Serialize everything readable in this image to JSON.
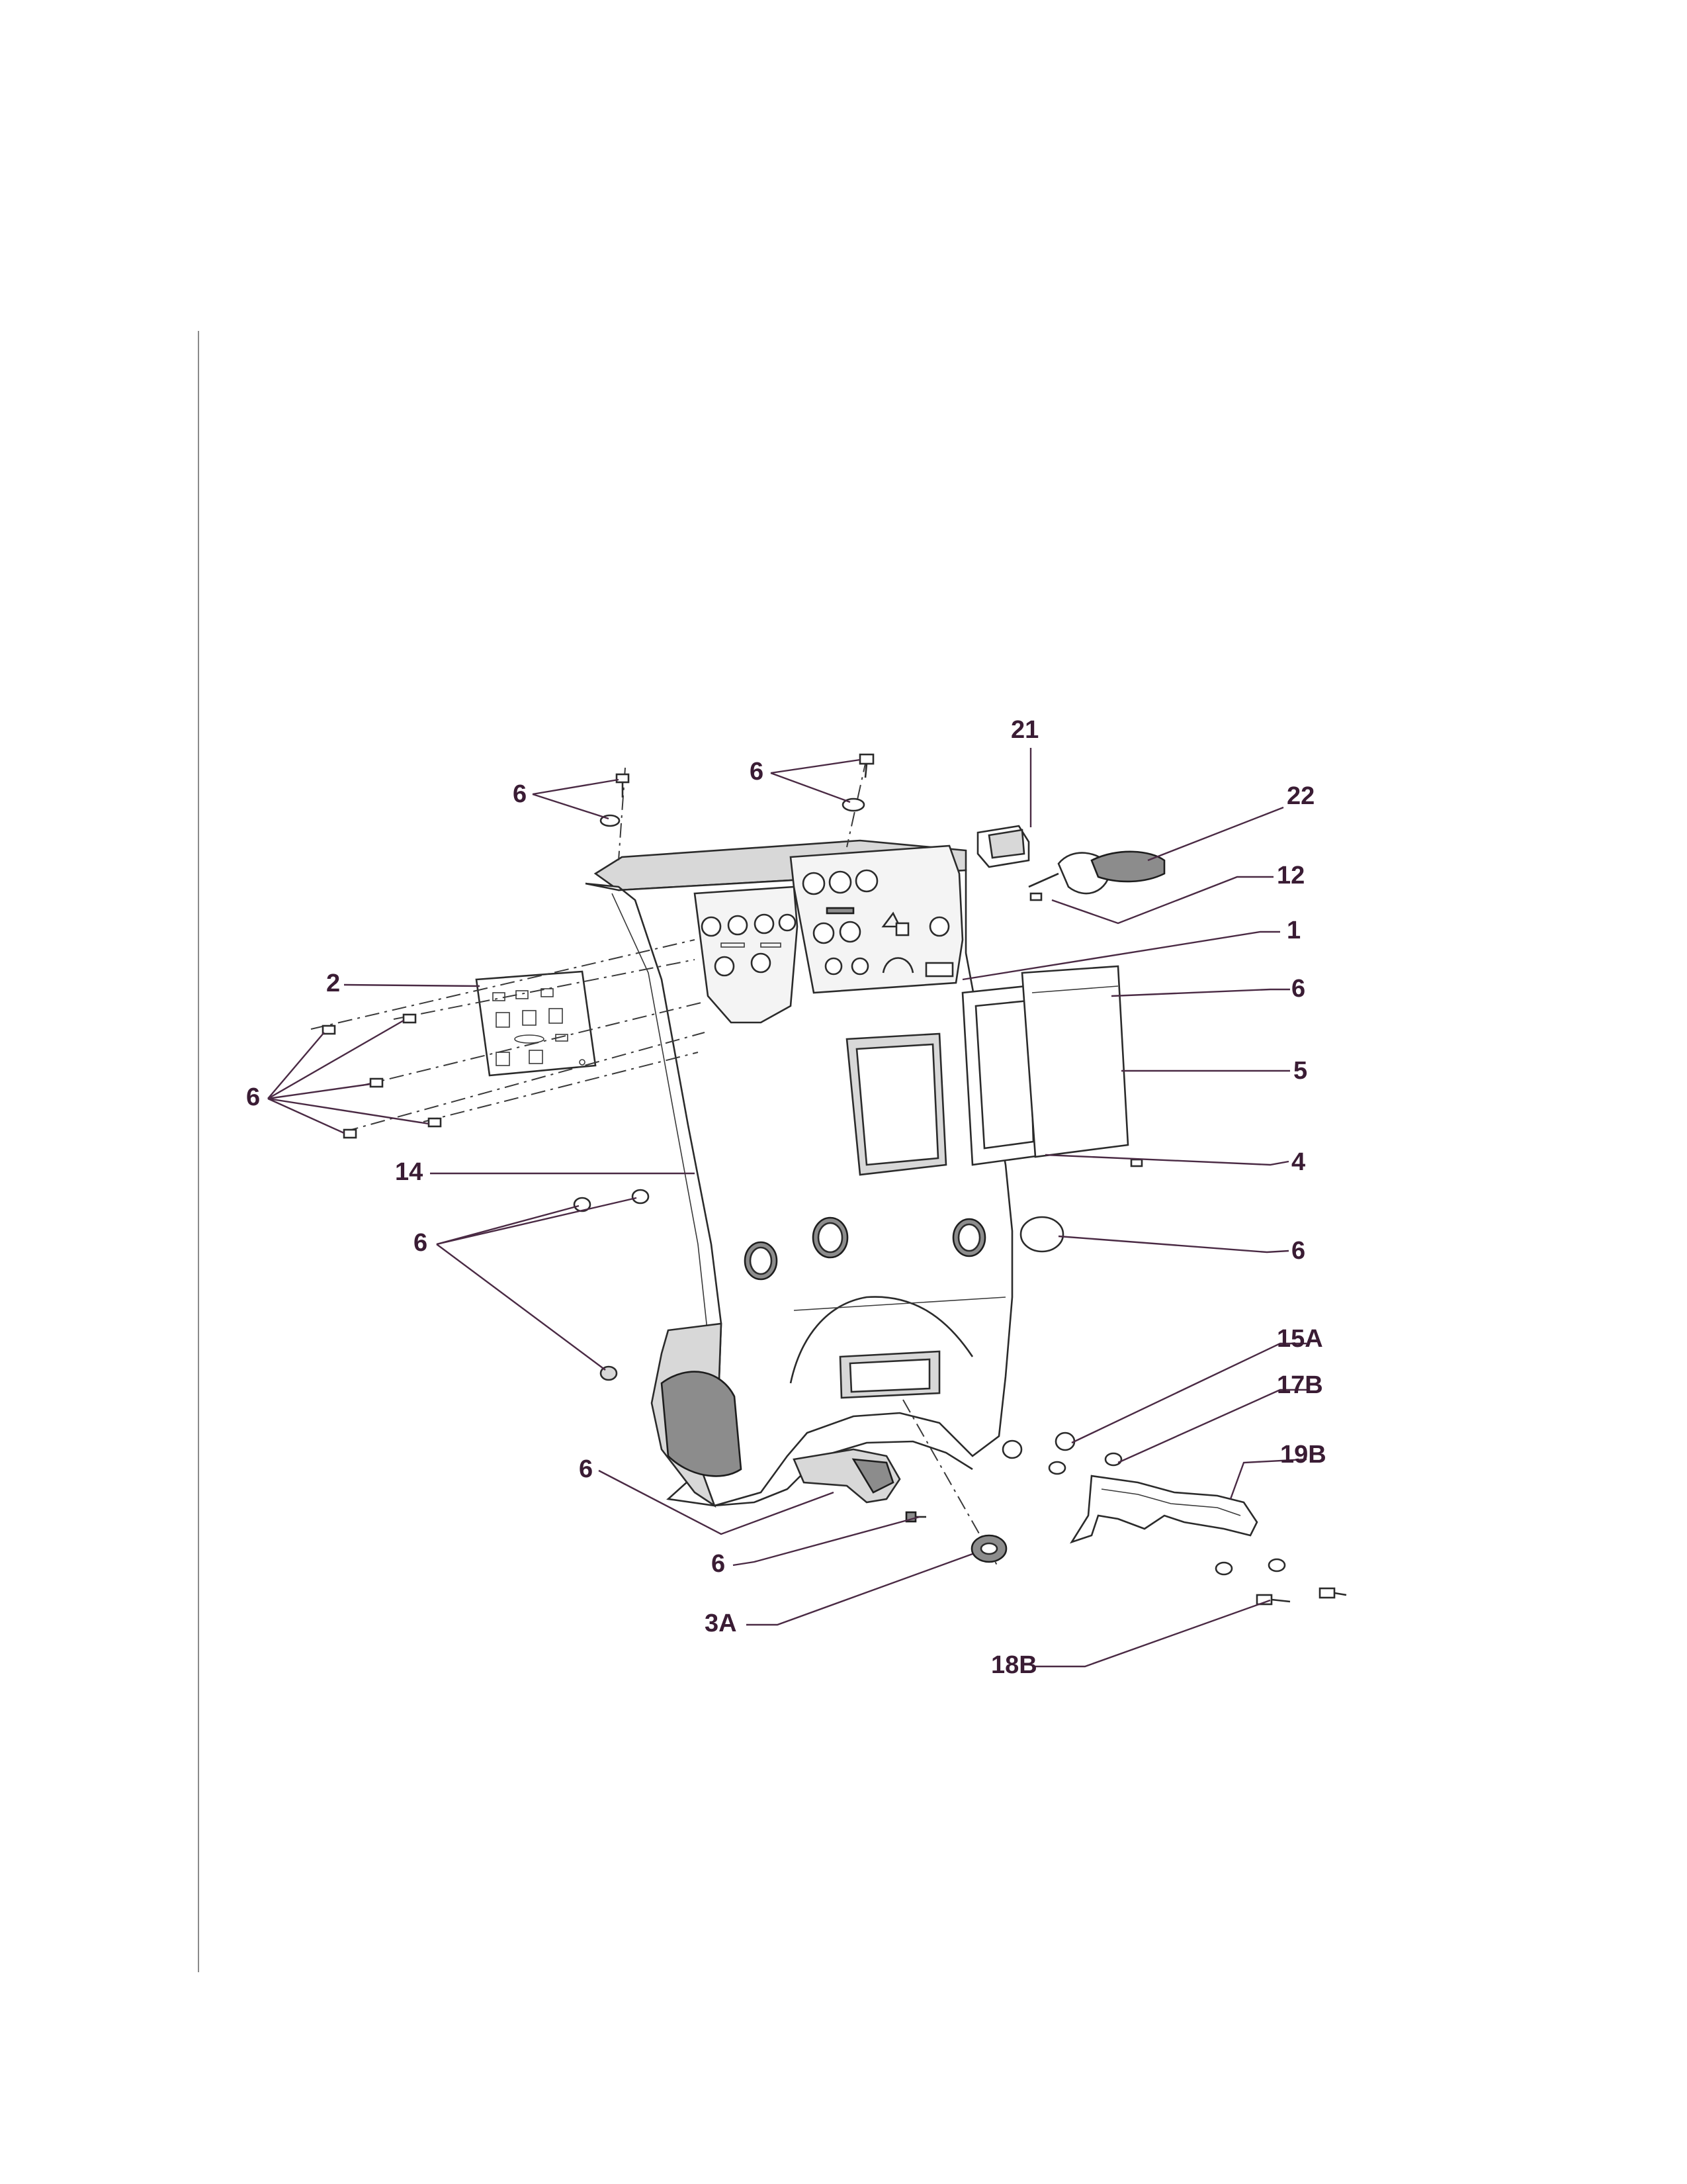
{
  "callouts": [
    {
      "label": "21"
    },
    {
      "label": "22"
    },
    {
      "label": "12"
    },
    {
      "label": "1"
    },
    {
      "label": "6"
    },
    {
      "label": "5"
    },
    {
      "label": "4"
    },
    {
      "label": "6"
    },
    {
      "label": "15A"
    },
    {
      "label": "17B"
    },
    {
      "label": "19B"
    },
    {
      "label": "18B"
    },
    {
      "label": "3A"
    },
    {
      "label": "6"
    },
    {
      "label": "6"
    },
    {
      "label": "6"
    },
    {
      "label": "14"
    },
    {
      "label": "6"
    },
    {
      "label": "2"
    },
    {
      "label": "6"
    },
    {
      "label": "6"
    }
  ]
}
